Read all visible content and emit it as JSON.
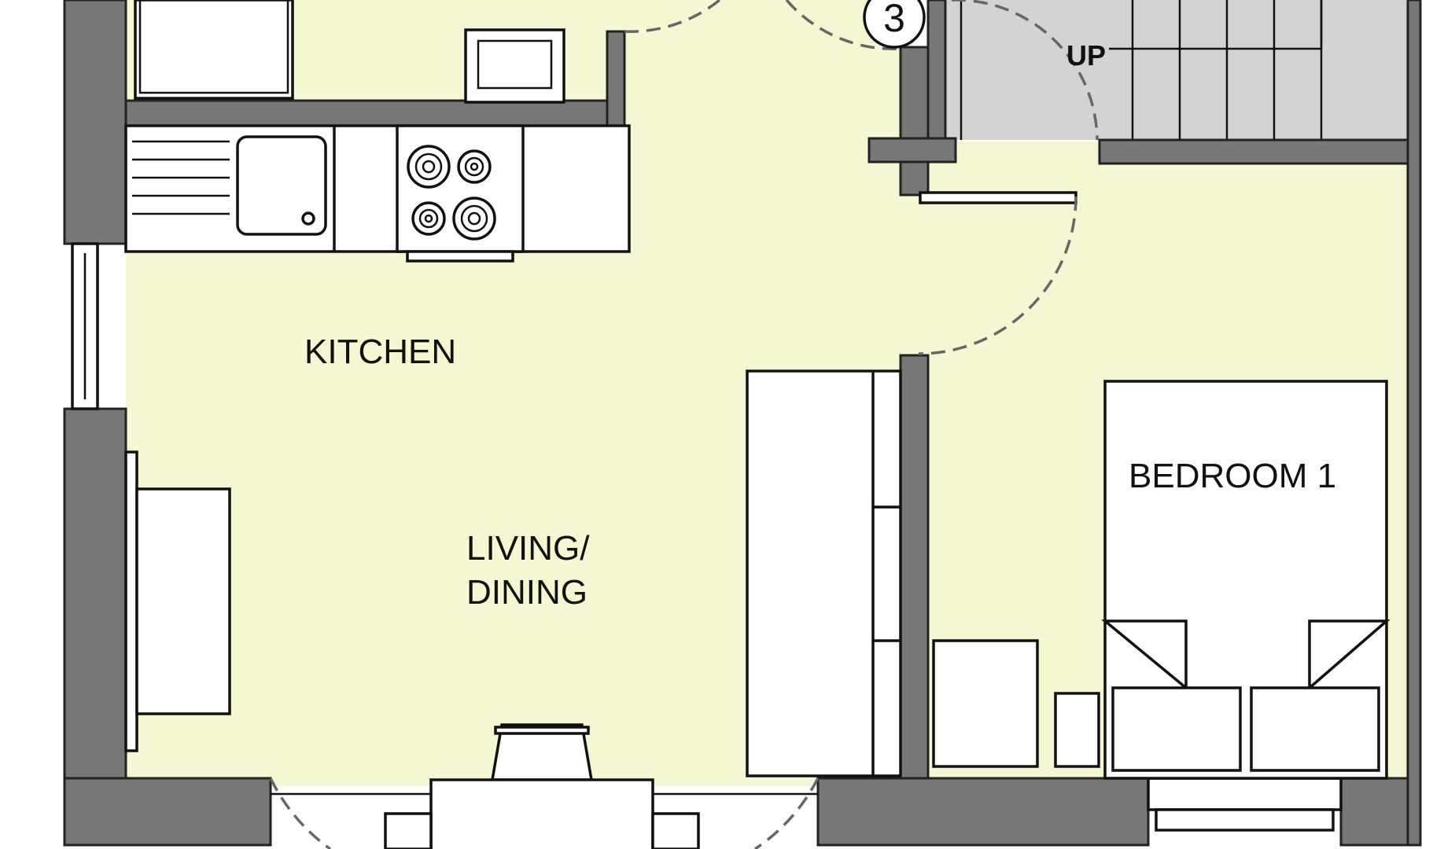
{
  "rooms": {
    "kitchen": "KITCHEN",
    "living_line1": "LIVING/",
    "living_line2": "DINING",
    "bedroom": "BEDROOM 1"
  },
  "stairs": {
    "direction_label": "UP"
  },
  "marker": {
    "number": "3"
  },
  "colors": {
    "floor": "#f5f7d2",
    "wall": "#777777",
    "stair": "#d3d3d3",
    "line": "#111111",
    "door_swing": "#666666"
  },
  "icons": [
    "sink-icon",
    "hob-icon",
    "microwave-icon",
    "bed-icon",
    "sofa-icon",
    "wardrobe-icon",
    "dining-table-icon"
  ]
}
